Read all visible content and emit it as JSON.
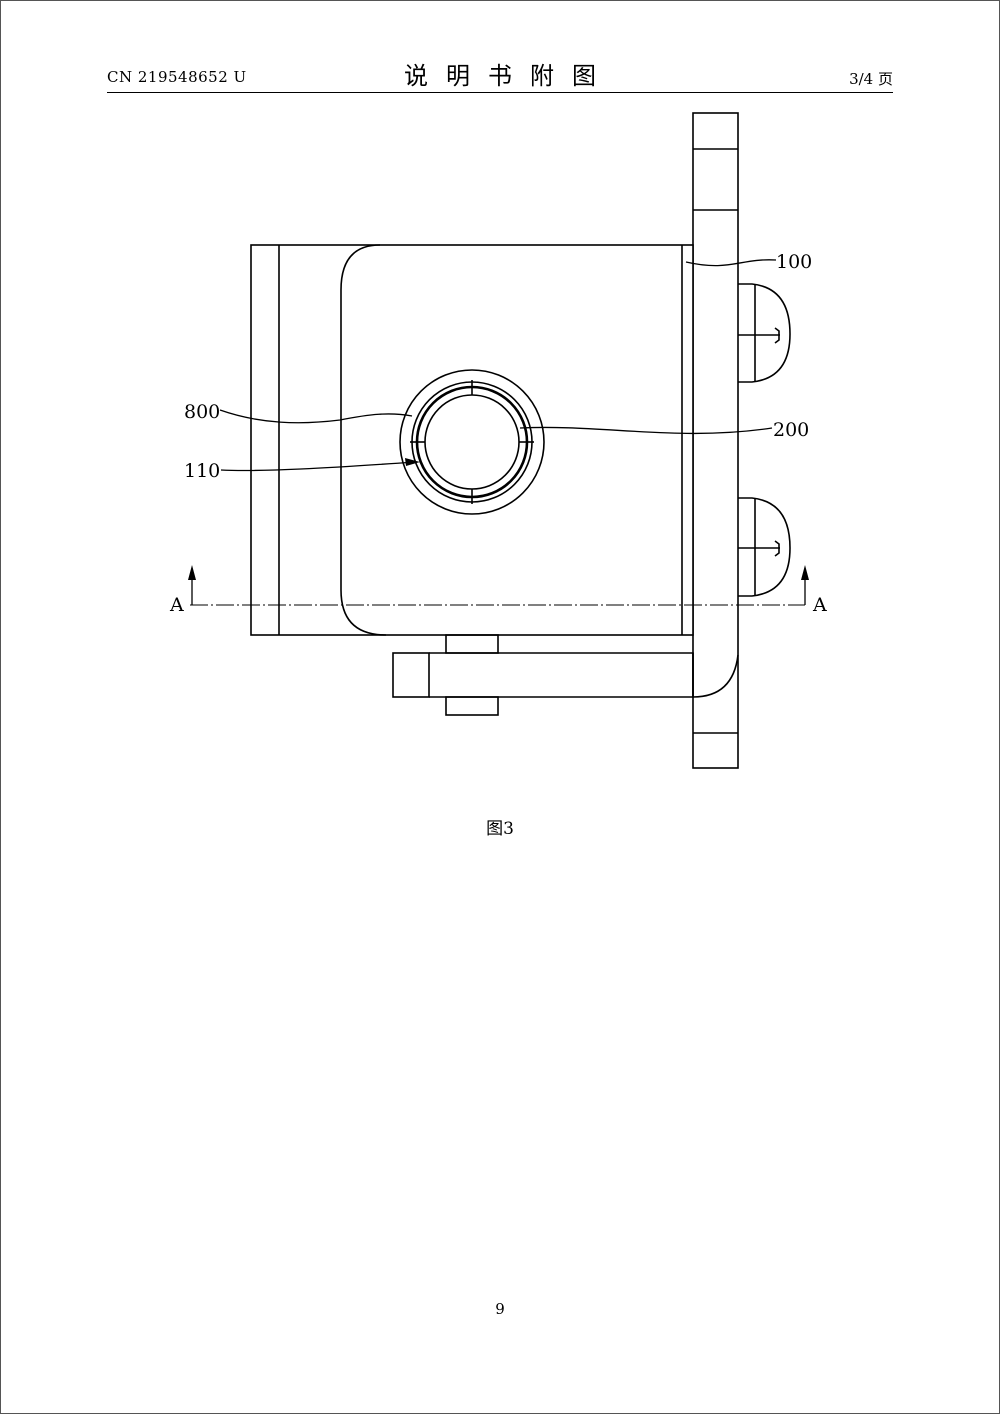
{
  "header": {
    "doc_number": "CN 219548652 U",
    "title": "说明书附图",
    "page_indicator": "3/4 页"
  },
  "figure": {
    "caption": "图3",
    "labels": {
      "part_100": "100",
      "part_200": "200",
      "part_800": "800",
      "part_110": "110",
      "section_left": "A",
      "section_right": "A"
    }
  },
  "footer": {
    "page_number": "9"
  }
}
